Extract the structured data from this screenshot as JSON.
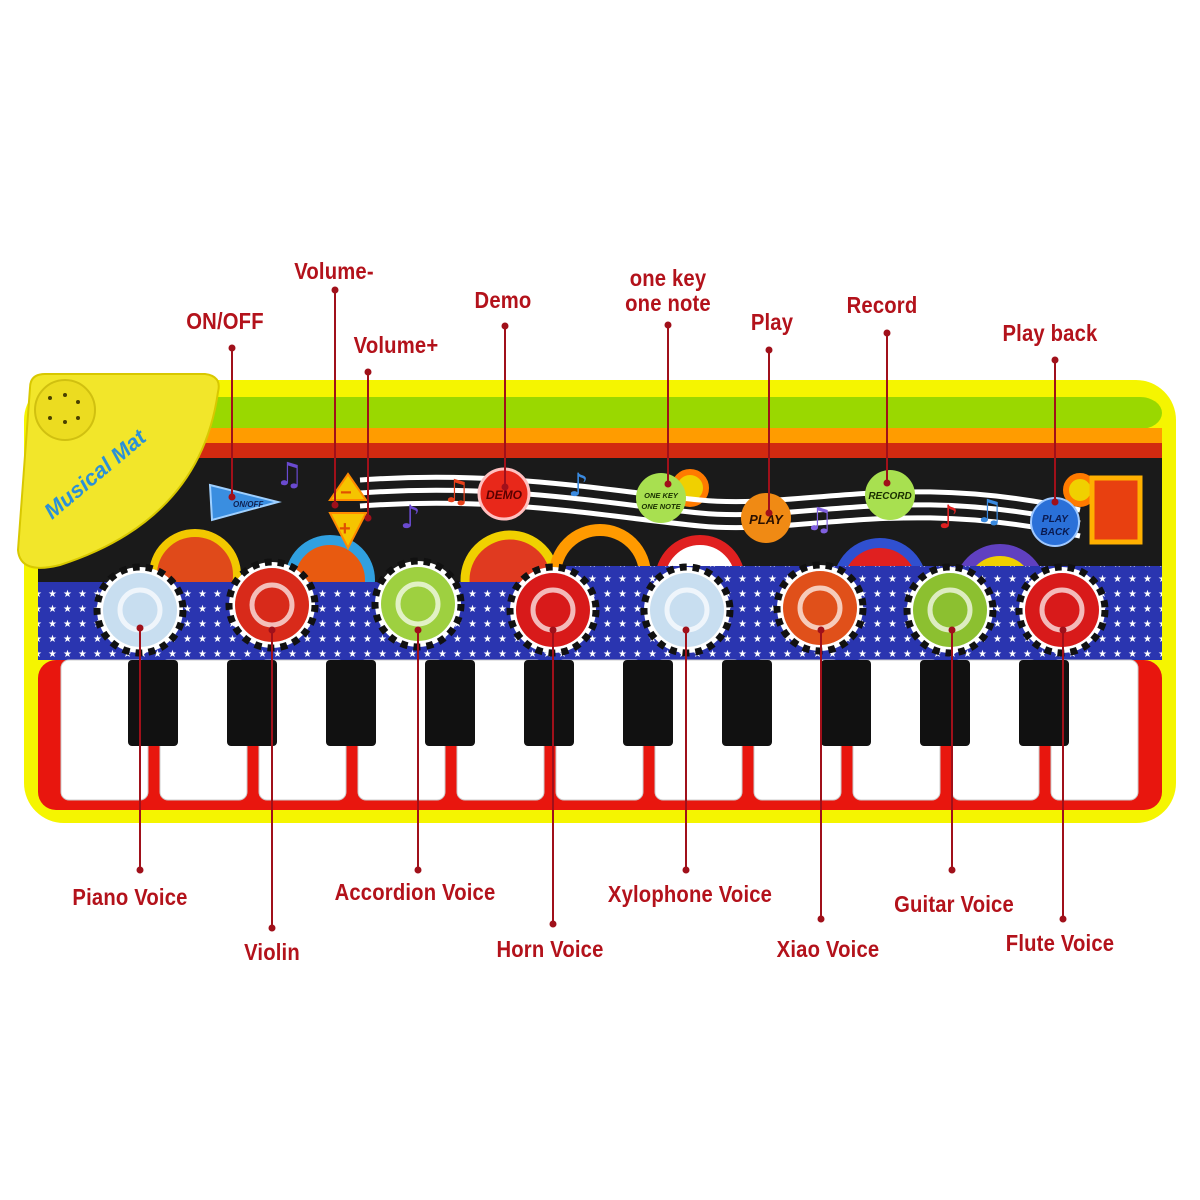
{
  "callouts_top": {
    "on_off": "ON/OFF",
    "volume_minus": "Volume-",
    "volume_plus": "Volume+",
    "demo": "Demo",
    "one_key_line1": "one key",
    "one_key_line2": "one note",
    "play": "Play",
    "record": "Record",
    "play_back": "Play back"
  },
  "callouts_bottom": {
    "piano": "Piano Voice",
    "violin": "Violin",
    "accordion": "Accordion Voice",
    "horn": "Horn Voice",
    "xylophone": "Xylophone Voice",
    "xiao": "Xiao Voice",
    "guitar": "Guitar Voice",
    "flute": "Flute Voice"
  },
  "mat": {
    "brand": "Musical Mat",
    "on_off_button": "ON/OFF",
    "volume_minus_symbol": "−",
    "volume_plus_symbol": "+",
    "demo_button": "DEMO",
    "one_key_line1": "ONE KEY",
    "one_key_line2": "ONE NOTE",
    "play_button": "PLAY",
    "record_button": "RECORD",
    "play_back_line1": "PLAY",
    "play_back_line2": "BACK"
  },
  "colors": {
    "callout_text": "#b3121b",
    "border_yellow": "#f5f500",
    "stripe_green": "#9ad800",
    "stripe_orange": "#ff9c00",
    "stripe_red": "#d22a10",
    "star_band_blue": "#2a35b0",
    "key_frame_red": "#e8160e"
  },
  "white_key_count": 11,
  "black_key_count": 10
}
